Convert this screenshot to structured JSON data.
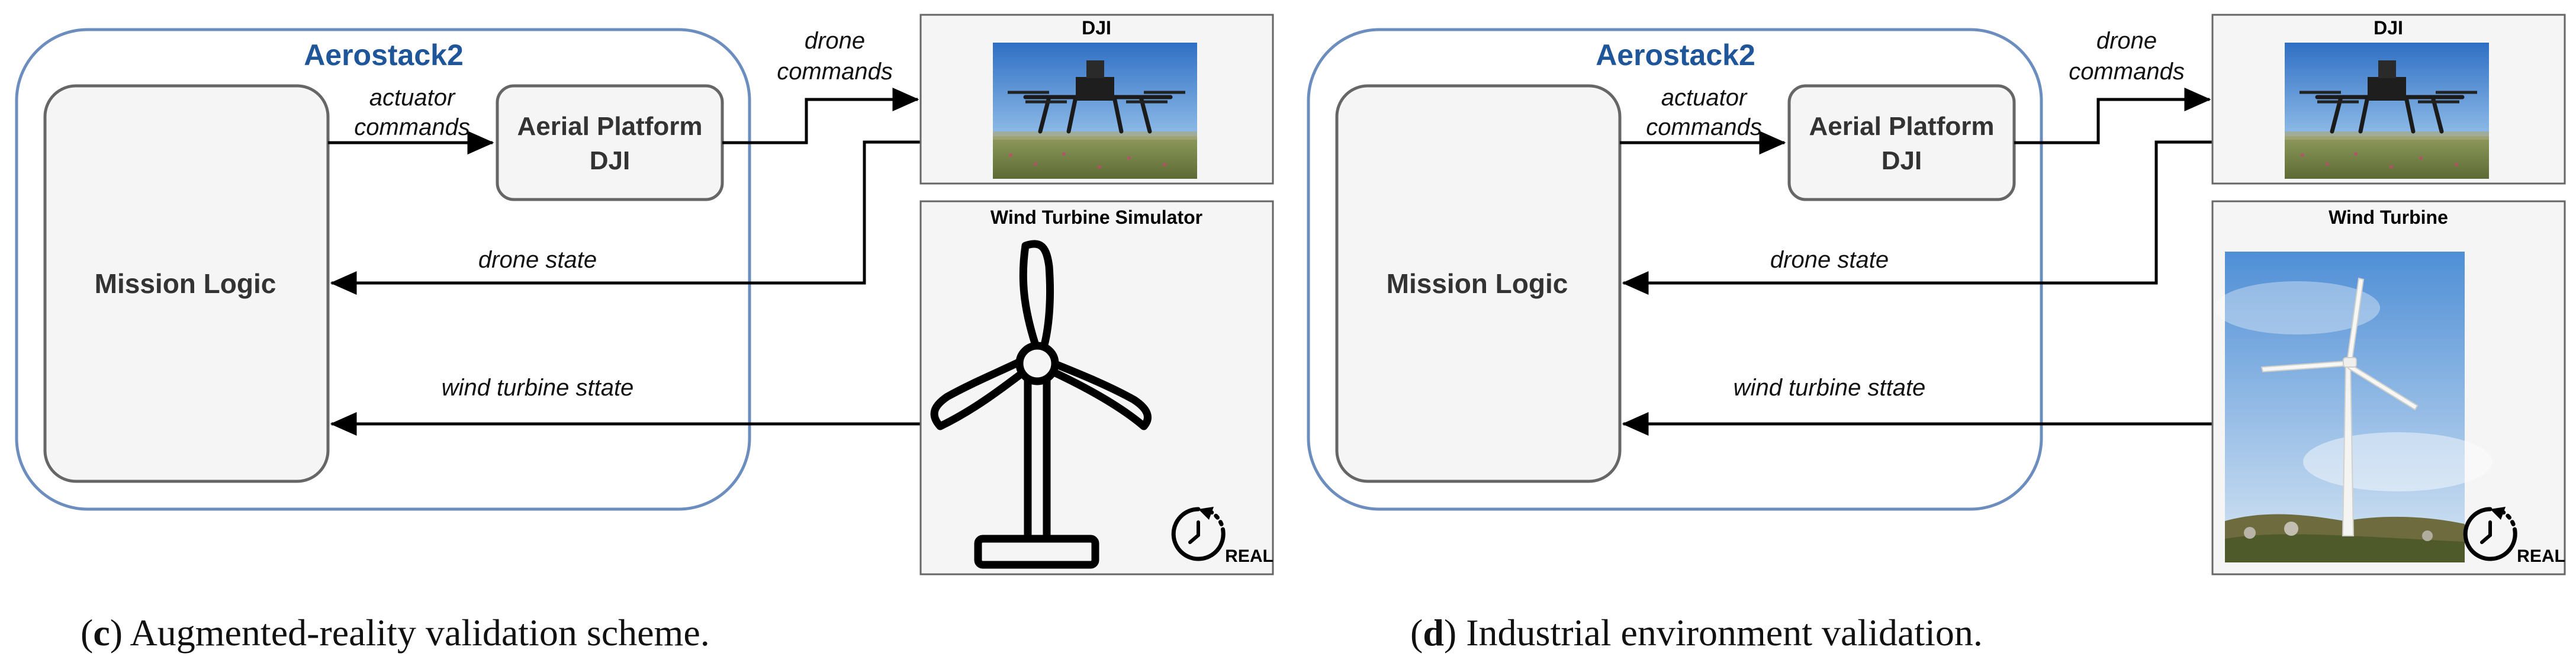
{
  "panels": [
    {
      "id": "c",
      "group_title": "Aerostack2",
      "mission_logic": "Mission Logic",
      "aerial_platform": [
        "Aerial Platform",
        "DJI"
      ],
      "actuator_commands": [
        "actuator",
        "commands"
      ],
      "drone_commands": [
        "drone",
        "commands"
      ],
      "drone_state": "drone state",
      "wind_turbine_state": "wind turbine sttate",
      "dji_title": "DJI",
      "turbine_title": "Wind Turbine Simulator",
      "real_badge": "REAL",
      "caption_letter": "c",
      "caption_text": " Augmented-reality validation scheme."
    },
    {
      "id": "d",
      "group_title": "Aerostack2",
      "mission_logic": "Mission Logic",
      "aerial_platform": [
        "Aerial Platform",
        "DJI"
      ],
      "actuator_commands": [
        "actuator",
        "commands"
      ],
      "drone_commands": [
        "drone",
        "commands"
      ],
      "drone_state": "drone state",
      "wind_turbine_state": "wind turbine sttate",
      "dji_title": "DJI",
      "turbine_title": "Wind Turbine",
      "real_badge": "REAL",
      "caption_letter": "d",
      "caption_text": " Industrial environment validation."
    }
  ],
  "colors": {
    "group_border": "#6c8ebf",
    "group_title": "#1f5599",
    "box_fill": "#f5f5f5",
    "box_border": "#666666",
    "sky_top": "#2f6fc4",
    "sky_bottom": "#9cc3ea",
    "field": "#7a8a4a"
  }
}
